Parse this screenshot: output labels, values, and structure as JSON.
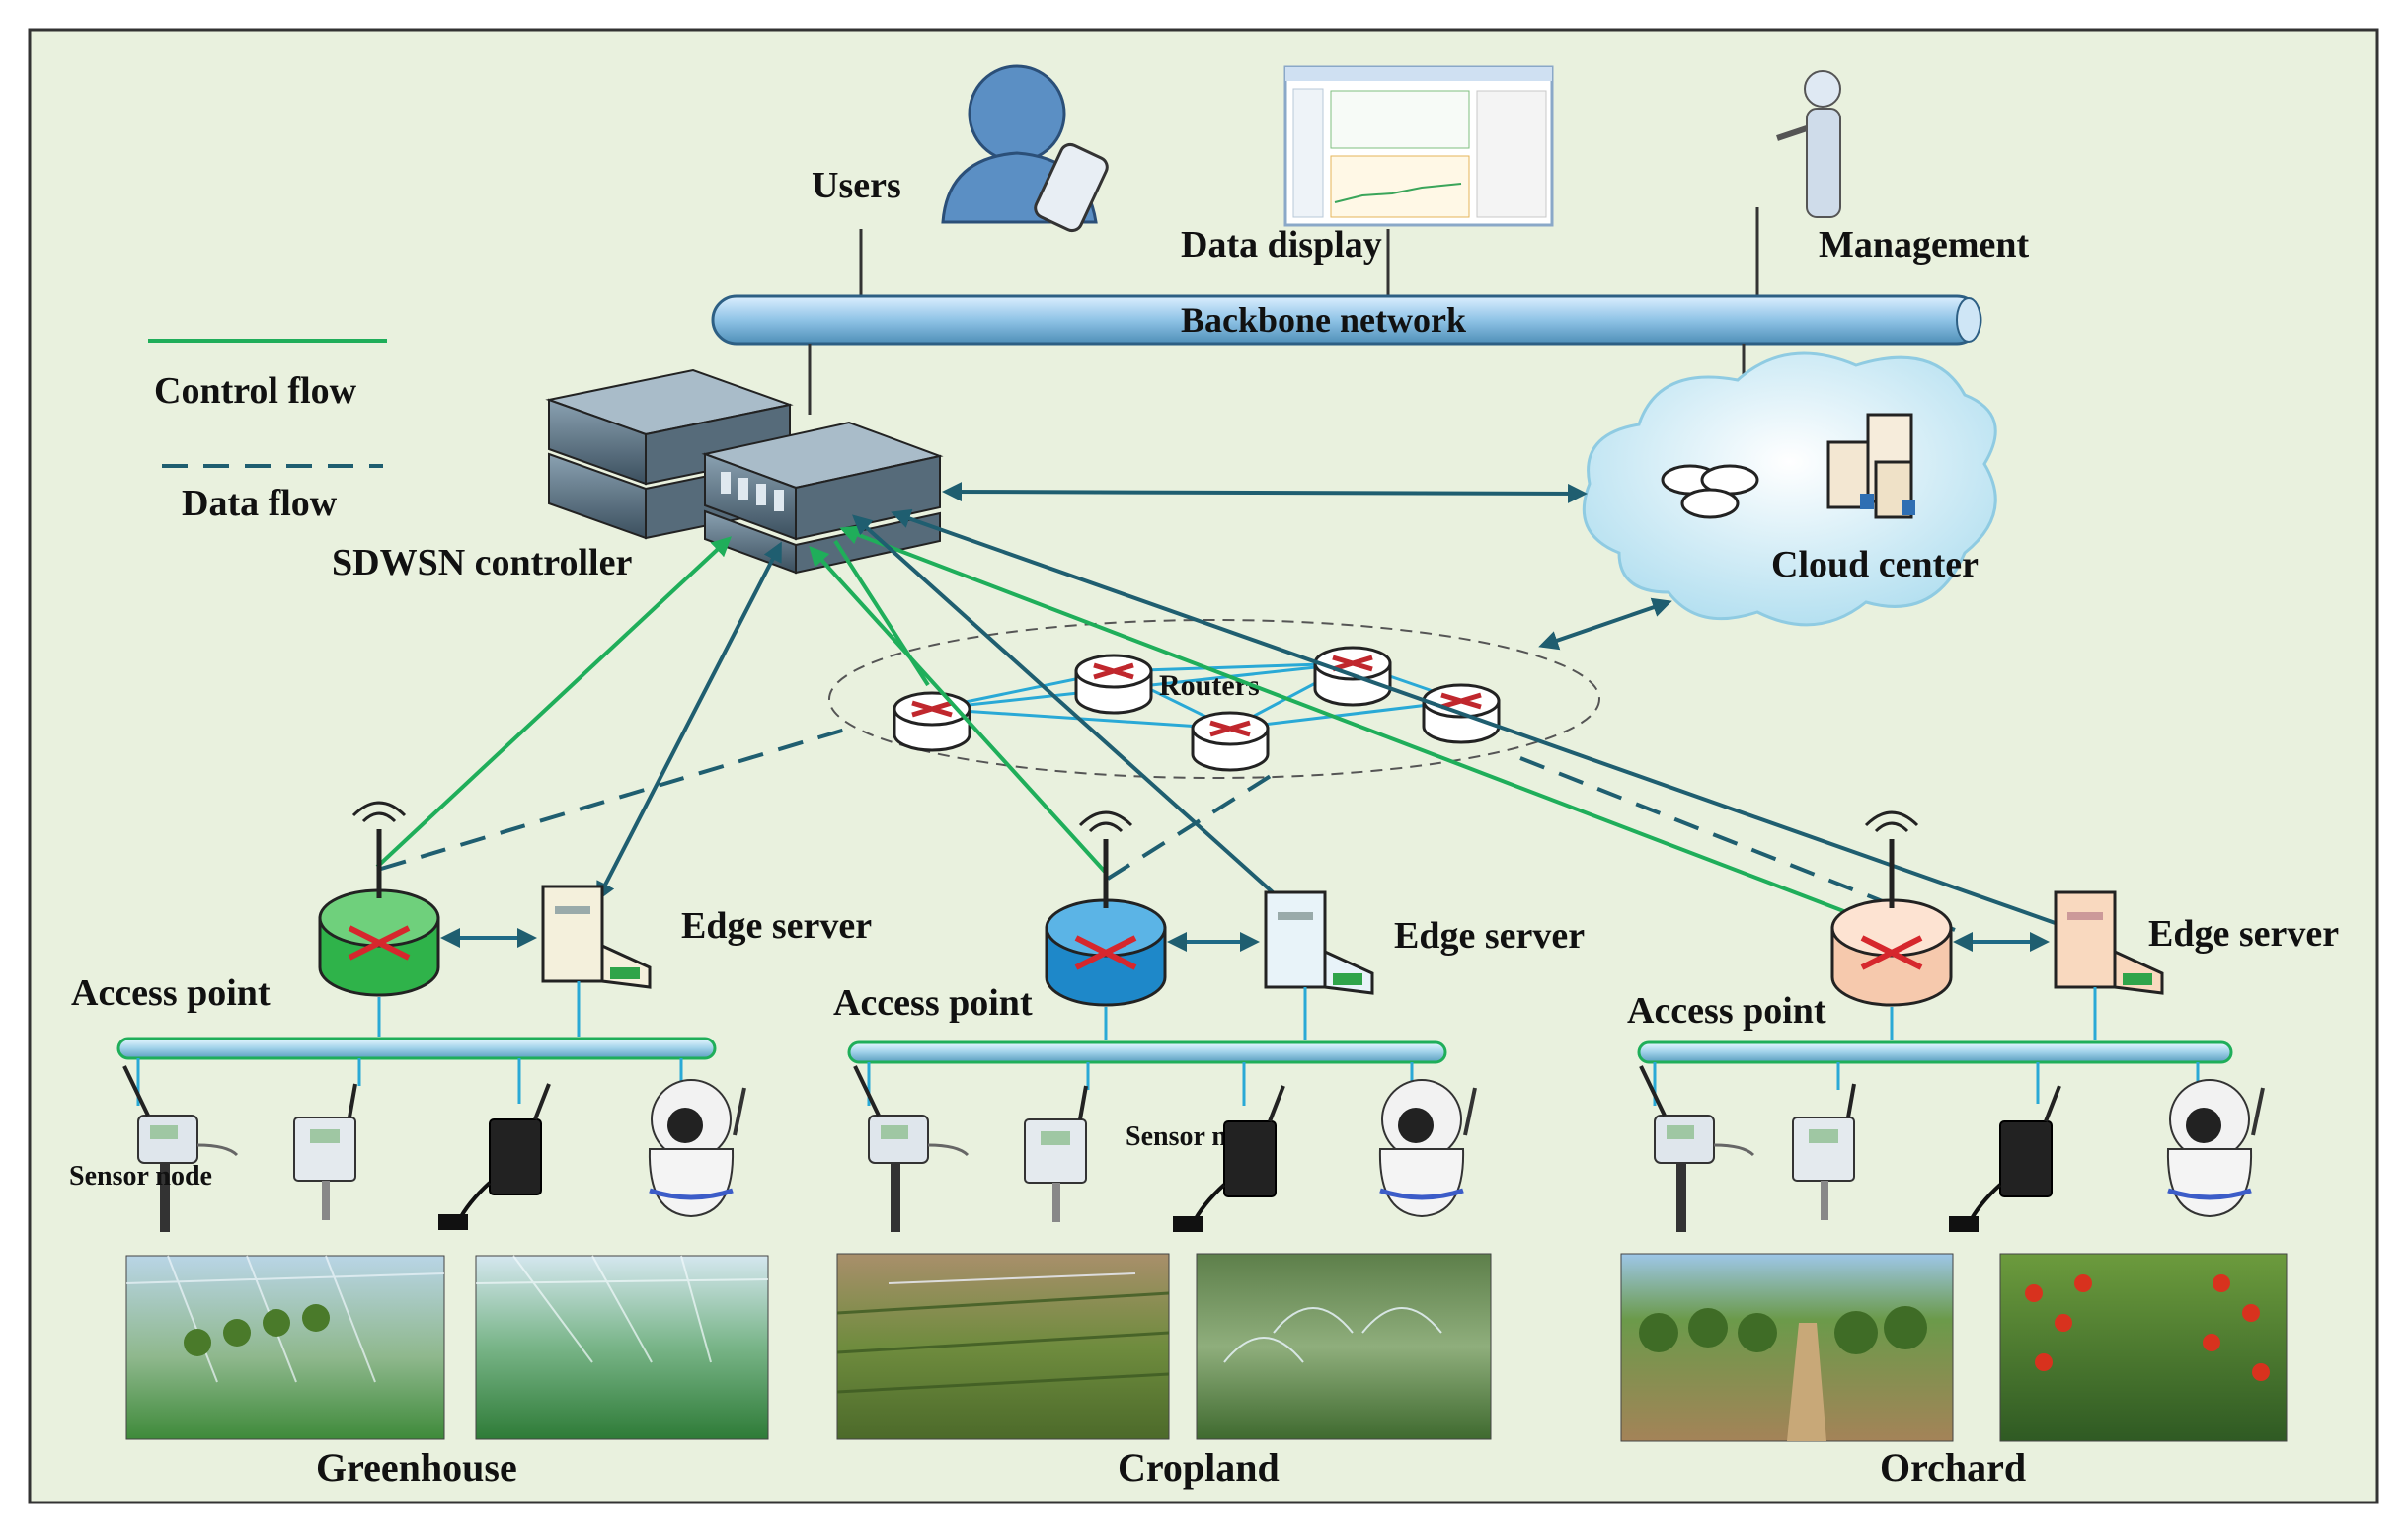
{
  "top": {
    "users_label": "Users",
    "data_display_label": "Data display",
    "management_label": "Management"
  },
  "backbone": {
    "label": "Backbone network"
  },
  "legend": {
    "control_flow_label": "Control flow",
    "data_flow_label": "Data flow"
  },
  "controller": {
    "label": "SDWSN controller"
  },
  "cloud": {
    "label": "Cloud center"
  },
  "routers": {
    "label": "Routers"
  },
  "zones": [
    {
      "name": "Greenhouse",
      "access_point_label": "Access point",
      "edge_server_label": "Edge server",
      "sensor_node_label": "Sensor node",
      "ap_color": "#2fb34a"
    },
    {
      "name": "Cropland",
      "access_point_label": "Access point",
      "edge_server_label": "Edge server",
      "sensor_node_label": "Sensor node",
      "ap_color": "#1e88c9"
    },
    {
      "name": "Orchard",
      "access_point_label": "Access point",
      "edge_server_label": "Edge server",
      "ap_color": "#f6c9ad"
    }
  ],
  "colors": {
    "background": "#e9f1de",
    "control_flow": "#1fae5a",
    "data_flow": "#1f5e70",
    "backbone": "#a9d0ea",
    "cloud": "#c3e6f2"
  }
}
